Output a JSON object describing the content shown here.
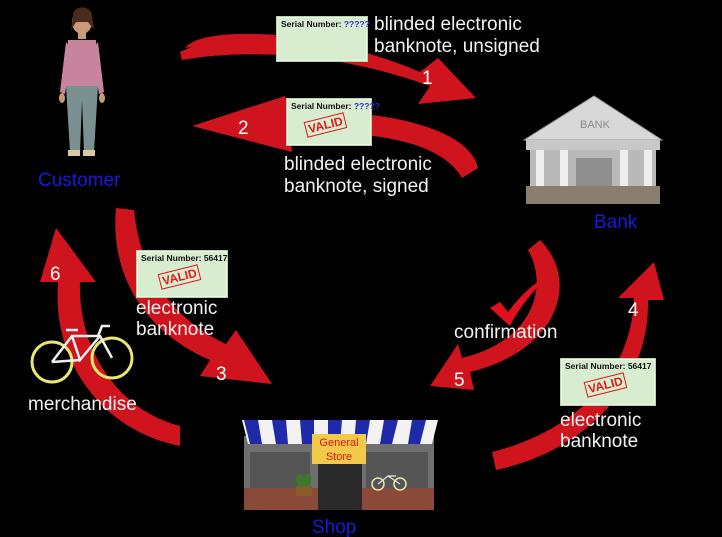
{
  "nodes": {
    "customer": "Customer",
    "bank": "Bank",
    "shop": "Shop"
  },
  "steps": {
    "s1": "1",
    "s2": "2",
    "s3": "3",
    "s4": "4",
    "s5": "5",
    "s6": "6"
  },
  "captions": {
    "c1_line1": "blinded electronic",
    "c1_line2": "banknote, unsigned",
    "c2_line1": "blinded electronic",
    "c2_line2": "banknote, signed",
    "c3_line1": "electronic",
    "c3_line2": "banknote",
    "c4_line1": "electronic",
    "c4_line2": "banknote",
    "confirmation": "confirmation",
    "merchandise": "merchandise"
  },
  "notes": {
    "n1_serial_label": "Serial Number:",
    "n1_serial_value": "?????",
    "n2_serial_label": "Serial Number:",
    "n2_serial_value": "?????",
    "n2_stamp": "VALID",
    "n3_serial": "Serial Number: 56417",
    "n3_stamp": "VALID",
    "n4_serial": "Serial Number: 56417",
    "n4_stamp": "VALID"
  },
  "illustration": {
    "bank_sign": "BANK",
    "store_sign_line1": "General",
    "store_sign_line2": "Store"
  },
  "colors": {
    "background": "#000000",
    "arrow": "#d0141e",
    "node_label": "#1a1adb",
    "text": "#f2f2f2",
    "banknote": "#d8ecd0"
  }
}
